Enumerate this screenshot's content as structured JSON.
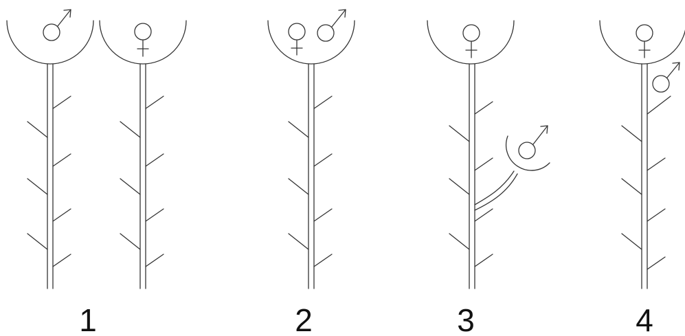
{
  "panels": [
    {
      "label": "1"
    },
    {
      "label": "2"
    },
    {
      "label": "3"
    },
    {
      "label": "4"
    }
  ],
  "colors": {
    "stroke": "#333333",
    "text": "#111111",
    "background": "#ffffff"
  }
}
